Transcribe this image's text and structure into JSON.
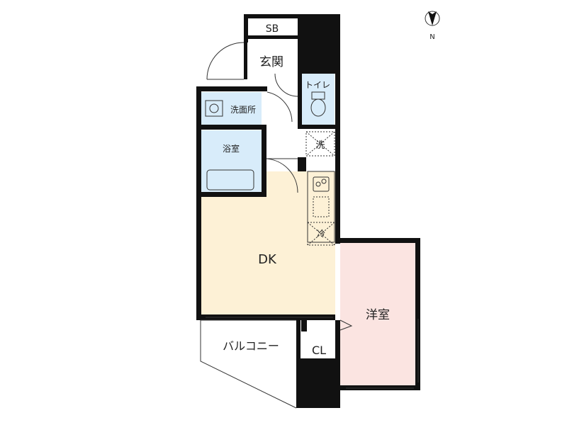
{
  "compass": {
    "letter": "N",
    "icon": "north-arrow-icon"
  },
  "rooms": {
    "sb": "SB",
    "entrance": "玄関",
    "toilet": "トイレ",
    "washroom": "洗面所",
    "laundry": "洗",
    "bathroom": "浴室",
    "dk": "DK",
    "fridge": "冷",
    "western_room": "洋室",
    "balcony": "バルコニー",
    "closet": "CL"
  },
  "colors": {
    "wall": "#111111",
    "dk_floor": "#fdf1d6",
    "western_floor": "#fbe4e1",
    "wet_area": "#d8ecfa",
    "line": "#333333"
  }
}
